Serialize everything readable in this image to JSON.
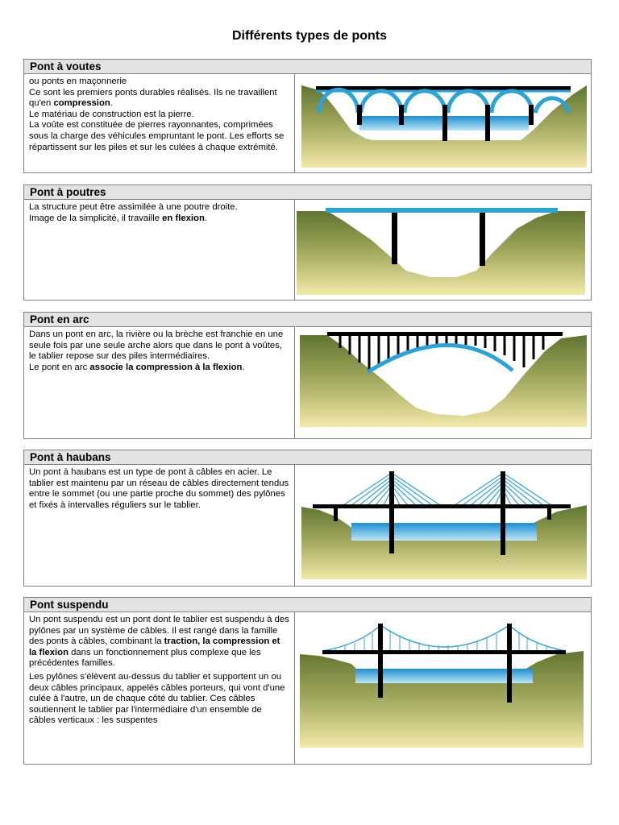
{
  "title": "Différents types de ponts",
  "sections": [
    {
      "heading": "Pont à voutes",
      "lines": [
        {
          "a": "ou ponts en maçonnerie"
        },
        {
          "a": "Ce sont les premiers ponts durables réalisés. Ils ne travaillent qu'en ",
          "b": "compression",
          "c": "."
        },
        {
          "a": "Le matériau de construction est la pierre."
        },
        {
          "a": "La voûte est constituée de pierres rayonnantes, comprimées sous la charge des véhicules empruntant le pont. Les efforts se répartissent sur les piles et sur les culées à chaque extrémité."
        }
      ]
    },
    {
      "heading": "Pont à poutres",
      "lines": [
        {
          "a": "La structure peut être assimilée à une poutre droite."
        },
        {
          "a": "Image de la simplicité, il travaille ",
          "b": "en flexion",
          "c": "."
        }
      ]
    },
    {
      "heading": "Pont en arc",
      "lines": [
        {
          "a": "Dans un pont en arc, la rivière ou la brèche est franchie en une seule fois par une seule arche alors que dans le pont à voûtes, le tablier repose sur des piles intermédiaires."
        },
        {
          "a": "Le pont en arc ",
          "b": "associe la compression à la flexion",
          "c": "."
        }
      ]
    },
    {
      "heading": "Pont à haubans",
      "lines": [
        {
          "a": "Un pont à haubans est un type de pont à câbles en acier. Le tablier est maintenu par un réseau de câbles directement tendus entre le sommet (ou une partie proche du sommet) des pylônes et fixés à intervalles réguliers sur le tablier."
        }
      ]
    },
    {
      "heading": "Pont suspendu",
      "lines": [
        {
          "a": "Un pont suspendu est un pont dont le tablier est suspendu à des pylônes par un système de câbles. Il est rangé dans la famille des ponts à câbles, combinant la ",
          "b": "traction, la compression et la flexion",
          "c": " dans un fonctionnement plus complexe que les précédentes familles."
        },
        {
          "a": "Les pylônes s'élèvent au-dessus du tablier et supportent un ou deux câbles principaux, appelés câbles porteurs, qui vont d'une culée à l'autre, un de chaque côté du tablier. Ces câbles soutiennent le tablier par l'intermédiaire d'un ensemble de câbles verticaux : les suspentes"
        }
      ]
    }
  ],
  "colors": {
    "structure": "#000000",
    "arch_blue": "#29a3d8",
    "water_blue": "#1e9ad6",
    "cable_blue": "#3aa6d8",
    "terrain_top": "#6a7d35",
    "terrain_bottom": "#f0e6a4"
  }
}
